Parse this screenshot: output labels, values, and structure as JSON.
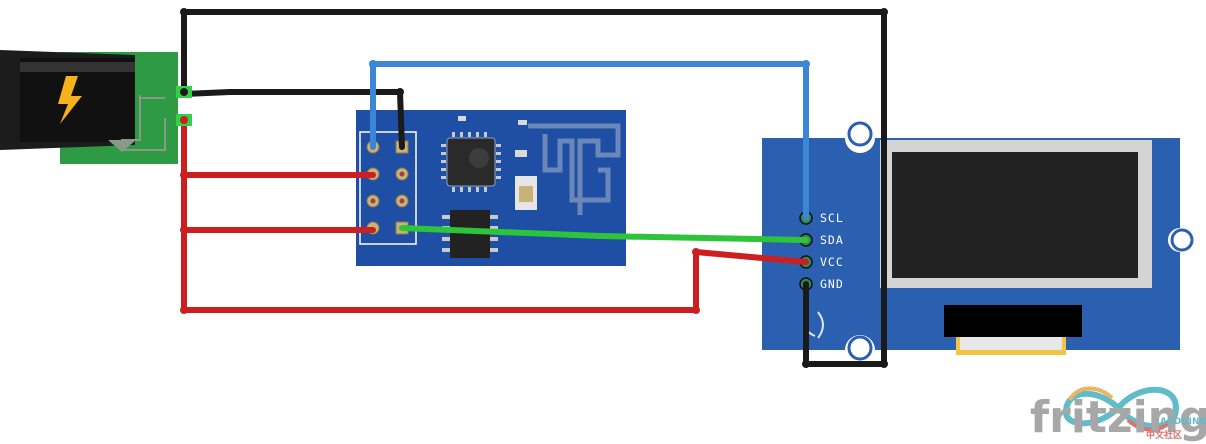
{
  "oled": {
    "pins": [
      {
        "label": "SCL"
      },
      {
        "label": "SDA"
      },
      {
        "label": "VCC"
      },
      {
        "label": "GND"
      }
    ]
  },
  "watermark": {
    "text": "fritzing",
    "sub_top": "ARDUINO",
    "sub_bottom": "中文社区"
  },
  "colors": {
    "wire_black": "#1a1a1a",
    "wire_red": "#cc1f1f",
    "wire_blue": "#3b86d6",
    "wire_green": "#2ec43a",
    "board_blue": "#1e4fa5",
    "oled_blue": "#2b5fb0",
    "barrel_green": "#2e9b44"
  }
}
